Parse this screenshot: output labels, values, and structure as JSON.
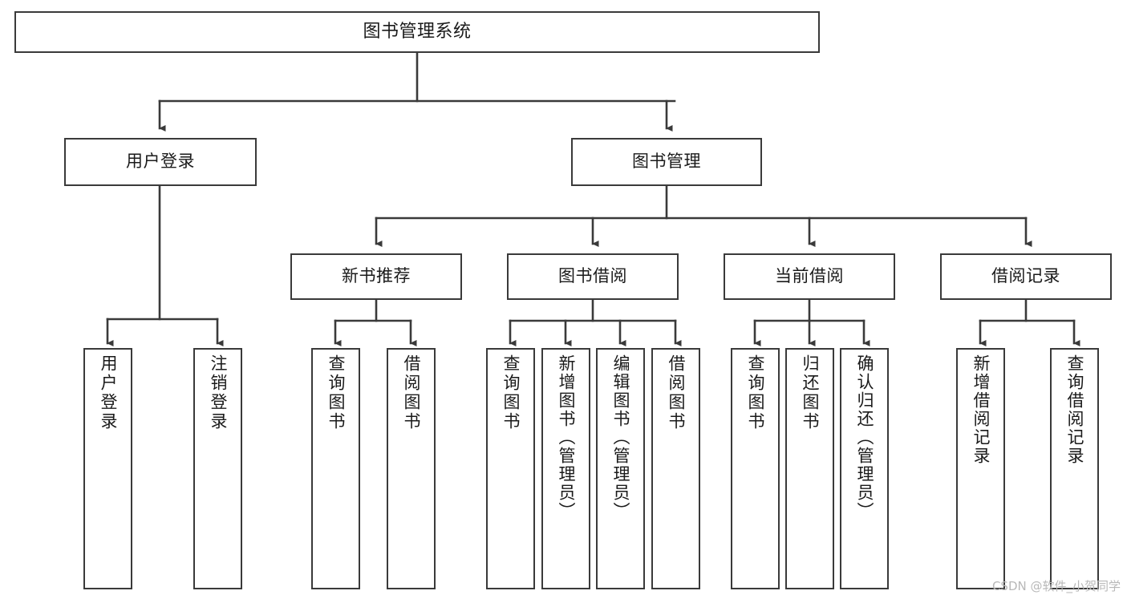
{
  "diagram": {
    "type": "tree",
    "title": "图书管理系统",
    "orientation": "top-down",
    "colors": {
      "node_border": "#3a3a3a",
      "node_fill": "#ffffff",
      "edge": "#3a3a3a",
      "text": "#1a1a1a",
      "watermark": "#b8b8b8",
      "background": "#ffffff"
    }
  },
  "root": {
    "label": "图书管理系统"
  },
  "level2": [
    {
      "label": "用户登录"
    },
    {
      "label": "图书管理"
    }
  ],
  "level3": [
    {
      "label": "新书推荐"
    },
    {
      "label": "图书借阅"
    },
    {
      "label": "当前借阅"
    },
    {
      "label": "借阅记录"
    }
  ],
  "leaves": {
    "user_login": [
      {
        "label": "用户登录"
      },
      {
        "label": "注销登录"
      }
    ],
    "new_book_recommend": [
      {
        "label": "查询图书"
      },
      {
        "label": "借阅图书"
      }
    ],
    "book_borrow": [
      {
        "label": "查询图书"
      },
      {
        "label": "新增图书（管理员）"
      },
      {
        "label": "编辑图书（管理员）"
      },
      {
        "label": "借阅图书"
      }
    ],
    "current_borrow": [
      {
        "label": "查询图书"
      },
      {
        "label": "归还图书"
      },
      {
        "label": "确认归还（管理员）"
      }
    ],
    "borrow_record": [
      {
        "label": "新增借阅记录"
      },
      {
        "label": "查询借阅记录"
      }
    ]
  },
  "watermark": {
    "text": "CSDN @软件_小贺同学"
  }
}
